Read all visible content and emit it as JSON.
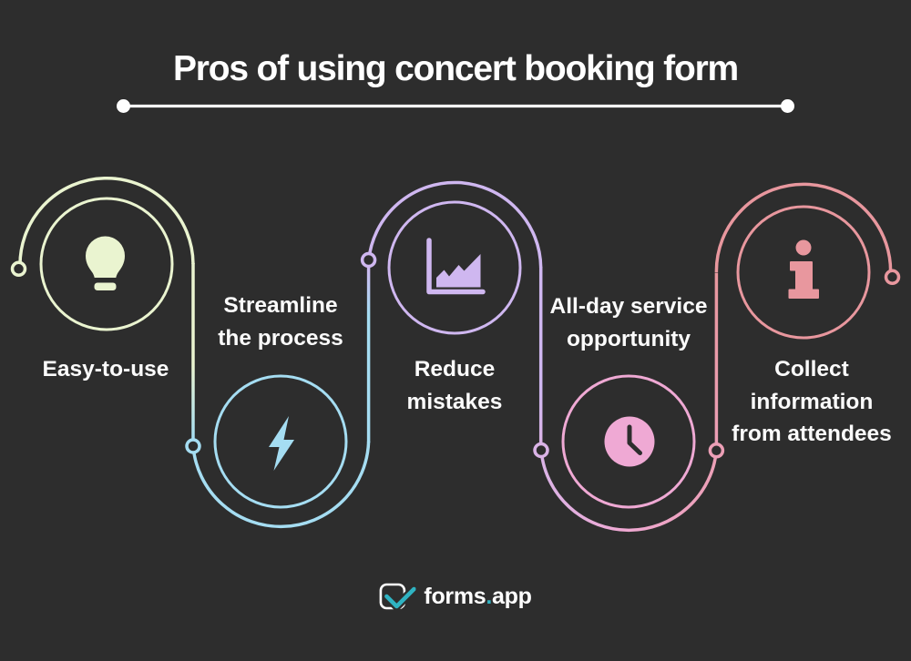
{
  "background_color": "#2d2d2d",
  "title": {
    "text": "Pros of using concert booking form",
    "color": "#ffffff"
  },
  "divider": {
    "color": "#ffffff"
  },
  "items": [
    {
      "name": "easy-to-use",
      "icon": "lightbulb-icon",
      "color": "#eaf4d0",
      "lines": [
        "Easy-to-use"
      ]
    },
    {
      "name": "streamline-the-process",
      "icon": "lightning-bolt-icon",
      "color": "#a5ddf2",
      "lines": [
        "Streamline",
        "the process"
      ]
    },
    {
      "name": "reduce-mistakes",
      "icon": "area-chart-icon",
      "color": "#cfb7f0",
      "lines": [
        "Reduce",
        "mistakes"
      ]
    },
    {
      "name": "all-day-service-opportunity",
      "icon": "clock-icon",
      "color": "#efa9d4",
      "lines": [
        "All-day service",
        "opportunity"
      ]
    },
    {
      "name": "collect-information",
      "icon": "info-icon",
      "color": "#e8979e",
      "lines": [
        "Collect",
        "information",
        "from attendees"
      ]
    }
  ],
  "logo": {
    "text_main": "forms",
    "text_dot": ".",
    "text_suffix": "app",
    "accent_color": "#2fb3c2",
    "text_color": "#ffffff"
  }
}
